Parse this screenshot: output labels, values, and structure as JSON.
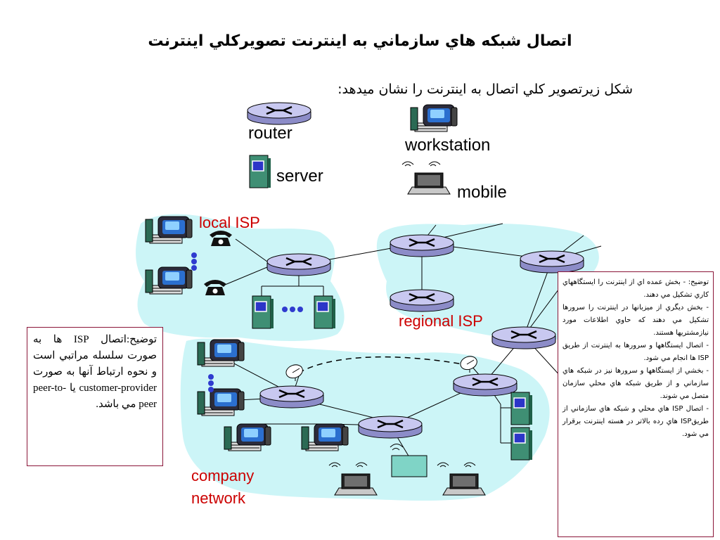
{
  "title": "اتصال شبکه هاي سازماني به اينترنت تصويرکلي اينترنت",
  "subtitle": "شکل زيرتصوير کلي اتصال به اينترنت را نشان ميدهد:",
  "legend": {
    "router": "router",
    "workstation": "workstation",
    "server": "server",
    "mobile": "mobile"
  },
  "labels": {
    "local_isp": "local ISP",
    "regional_isp": "regional ISP",
    "company_network_1": "company",
    "company_network_2": "network"
  },
  "note_left": "توضيح:اتصال ISP ها به صورت سلسله مراتبي است و نحوه ارتباط آنها به صورت customer-provider يا peer-to-peer مي باشد.",
  "note_right": [
    "توضيح: - بخش عمده اي از اينترنت را ايستگاههاي کاري تشکيل مي دهند.",
    "- بخش ديگري از ميزبانها در اينترنت را سرورها تشکيل مي دهند که حاوي اطلاعات مورد نيازمشتريها هستند.",
    "- اتصال ايستگاهها و سرورها به اينترنت از طريق ISP ها انجام مي شود.",
    "- بخشي از ايستگاهها و سرورها نيز در شبکه هاي سازماني و از طريق شبکه هاي محلي سازمان متصل مي شوند.",
    "- اتصال ISP هاي محلي و شبکه هاي سازماني از طريقISP هاي رده بالاتر در هسته اينترنت برقرار مي شود."
  ],
  "colors": {
    "cloud": "#ccf5f7",
    "router_fill": "#c8c8f0",
    "red_label": "#cc0000",
    "note_border": "#8a1538"
  },
  "icons": [
    "router-icon",
    "workstation-icon",
    "server-icon",
    "mobile-icon",
    "telephone-icon",
    "satellite-dish-icon"
  ]
}
